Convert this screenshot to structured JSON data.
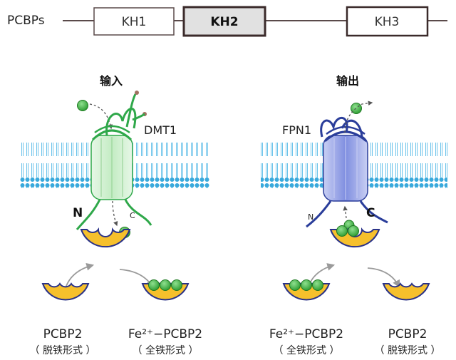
{
  "domain_structure": {
    "protein_label": "PCBPs",
    "domains": [
      {
        "label": "KH1",
        "highlighted": false
      },
      {
        "label": "KH2",
        "highlighted": true
      },
      {
        "label": "KH3",
        "highlighted": false
      }
    ]
  },
  "import_panel": {
    "title": "输入",
    "transporter": "DMT1",
    "n_label": "N",
    "c_label": "C",
    "apo_name": "PCBP2",
    "apo_state": "（ 脱铁形式 ）",
    "holo_name": "Fe²⁺−PCBP2",
    "holo_state": "（ 全铁形式 ）"
  },
  "export_panel": {
    "title": "输出",
    "transporter": "FPN1",
    "n_label": "N",
    "c_label": "C",
    "holo_name": "Fe²⁺−PCBP2",
    "holo_state": "（ 全铁形式 ）",
    "apo_name": "PCBP2",
    "apo_state": "（ 脱铁形式 ）"
  },
  "colors": {
    "membrane": "#39a9dc",
    "membrane_tail": "#6cc3ea",
    "dmt1": "#2fa84a",
    "dmt1_fill": "#cfeecf",
    "fpn1": "#2a3d9a",
    "fpn1_fill": "#9aa6e6",
    "pcbp_fill": "#f6c02c",
    "pcbp_outline": "#2a3288",
    "iron": "#35b23a",
    "arrow": "#9a9a9a",
    "domain_outline": "#5a4a4a",
    "domain_highlight": "#e1e1e1"
  }
}
